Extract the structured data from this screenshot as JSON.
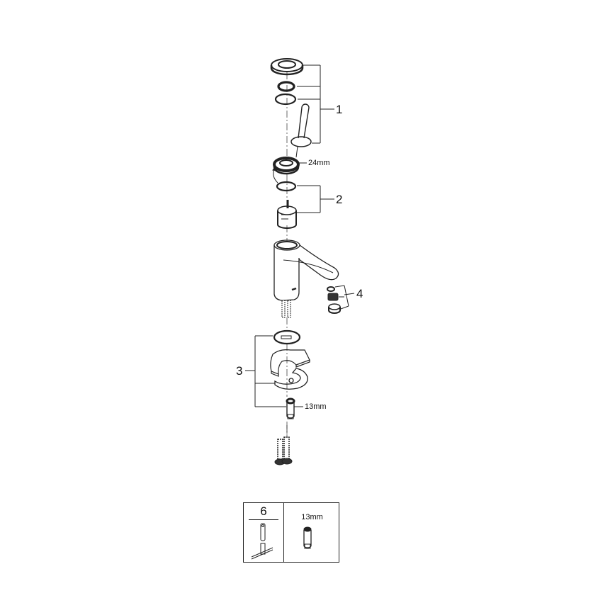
{
  "diagram": {
    "type": "exploded-parts-drawing",
    "subject": "Single-lever basin faucet spare parts"
  },
  "callouts": [
    {
      "id": "1",
      "label": "1",
      "parts": [
        "cover-ring",
        "threaded-ring",
        "o-ring",
        "lever-handle"
      ]
    },
    {
      "id": "2",
      "label": "2",
      "parts": [
        "o-ring",
        "cartridge"
      ]
    },
    {
      "id": "3",
      "label": "3",
      "parts": [
        "washer",
        "support-plate",
        "c-clamp",
        "threaded-pin"
      ]
    },
    {
      "id": "4",
      "label": "4",
      "parts": [
        "aerator-seal",
        "aerator-insert",
        "aerator-housing"
      ]
    }
  ],
  "dimensions": {
    "nut_size": "24mm",
    "pin_size": "13mm"
  },
  "toolbox": {
    "number": "6",
    "dimension": "13mm"
  }
}
